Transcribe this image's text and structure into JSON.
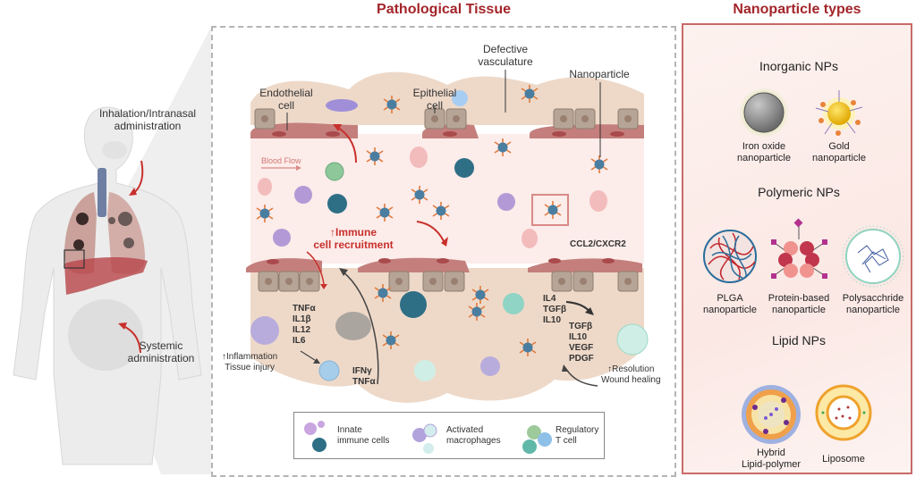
{
  "body_panel": {
    "inhalation_label_1": "Inhalation/Intranasal",
    "inhalation_label_2": "administration",
    "systemic_label_1": "Systemic",
    "systemic_label_2": "administration"
  },
  "tissue": {
    "title": "Pathological Tissue",
    "labels": {
      "endothelial_1": "Endothelial",
      "endothelial_2": "cell",
      "epithelial_1": "Epithelial",
      "epithelial_2": "cell",
      "defective_1": "Defective",
      "defective_2": "vasculature",
      "nanoparticle": "Nanoparticle",
      "blood_flow": "Blood Flow",
      "immune_1": "↑Immune",
      "immune_2": "cell recruitment",
      "ccl2": "CCL2/CXCR2"
    },
    "cytokines_left": [
      "TNFα",
      "IL1β",
      "IL12",
      "IL6"
    ],
    "inflammation_1": "↑Inflammation",
    "inflammation_2": "Tissue injury",
    "tcell_cytokines": [
      "IFNγ",
      "TNFα"
    ],
    "regulatory_cytokines": [
      "IL4",
      "TGFβ",
      "IL10"
    ],
    "healing_cytokines": [
      "TGFβ",
      "IL10",
      "VEGF",
      "PDGF"
    ],
    "resolution_1": "↑Resolution",
    "resolution_2": "Wound healing"
  },
  "legend": {
    "items": [
      {
        "line1": "Innate",
        "line2": "immune cells"
      },
      {
        "line1": "Activated",
        "line2": "macrophages"
      },
      {
        "line1": "Regulatory",
        "line2": "T cell"
      }
    ]
  },
  "np_types": {
    "title": "Nanoparticle types",
    "inorganic": {
      "heading": "Inorganic NPs",
      "items": [
        {
          "line1": "Iron oxide",
          "line2": "nanoparticle"
        },
        {
          "line1": "Gold",
          "line2": "nanoparticle"
        }
      ]
    },
    "polymeric": {
      "heading": "Polymeric NPs",
      "items": [
        {
          "line1": "PLGA",
          "line2": "nanoparticle"
        },
        {
          "line1": "Protein-based",
          "line2": "nanoparticle"
        },
        {
          "line1": "Polysacchride",
          "line2": "nanoparticle"
        }
      ]
    },
    "lipid": {
      "heading": "Lipid NPs",
      "items": [
        {
          "line1": "Hybrid",
          "line2": "Lipid-polymer"
        },
        {
          "line1": "Liposome",
          "line2": ""
        }
      ]
    }
  },
  "colors": {
    "title_red": "#a3252a",
    "panel_border": "#c96a68",
    "arrow_red": "#c8302c",
    "np_blue": "#4a7ea0",
    "np_orange": "#e0793a"
  }
}
